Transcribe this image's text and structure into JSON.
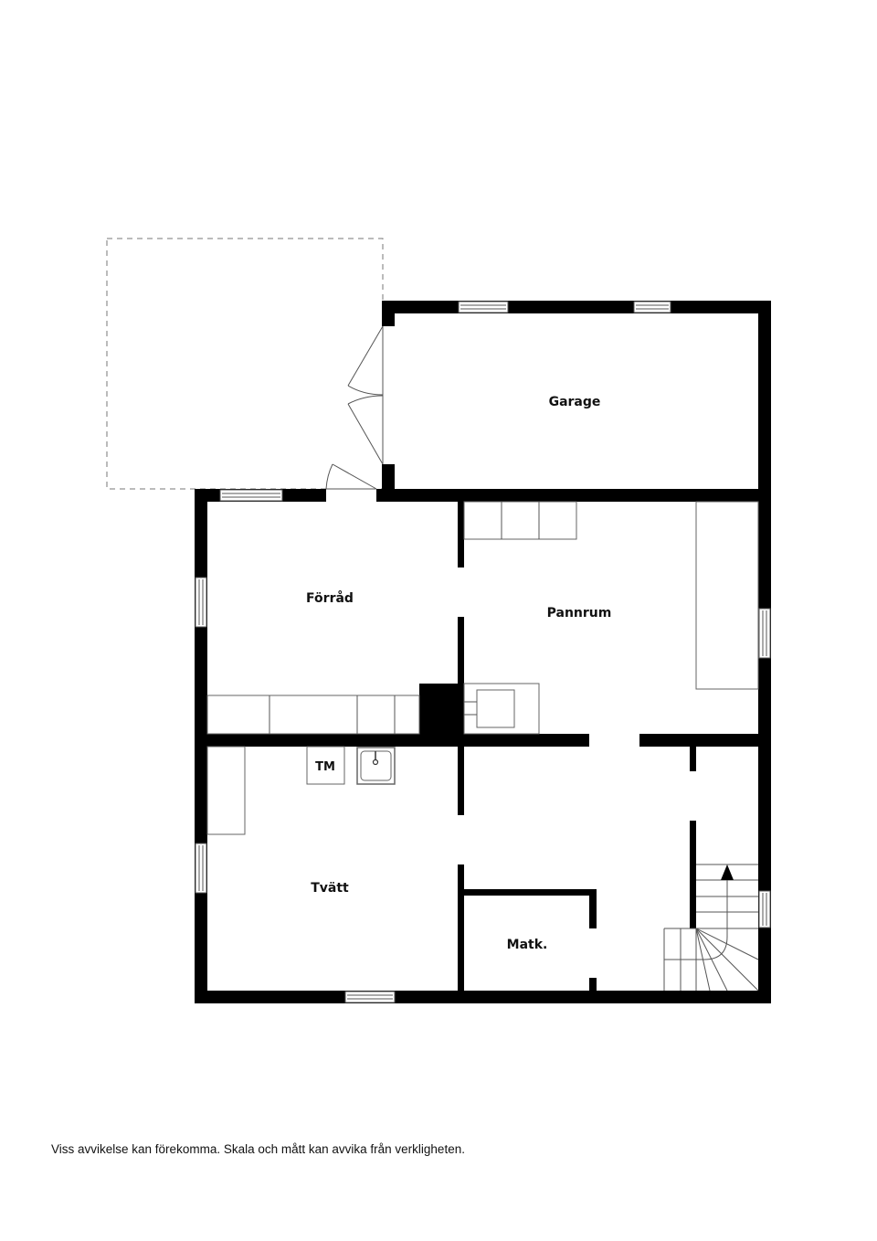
{
  "floorplan": {
    "rooms": [
      {
        "id": "garage",
        "label": "Garage"
      },
      {
        "id": "forrad",
        "label": "Förråd"
      },
      {
        "id": "pannrum",
        "label": "Pannrum"
      },
      {
        "id": "tvatt",
        "label": "Tvätt"
      },
      {
        "id": "matk",
        "label": "Matk."
      }
    ],
    "fixtures": {
      "tm_label": "TM",
      "sink": "sink-icon",
      "stair_arrow": "arrow-up-icon"
    },
    "colors": {
      "wall": "#000000",
      "background": "#ffffff",
      "fixture_line": "#666666",
      "outdoor_dashed": "#777777"
    }
  },
  "footer": {
    "disclaimer": "Viss avvikelse kan förekomma. Skala och mått kan avvika från verkligheten."
  }
}
